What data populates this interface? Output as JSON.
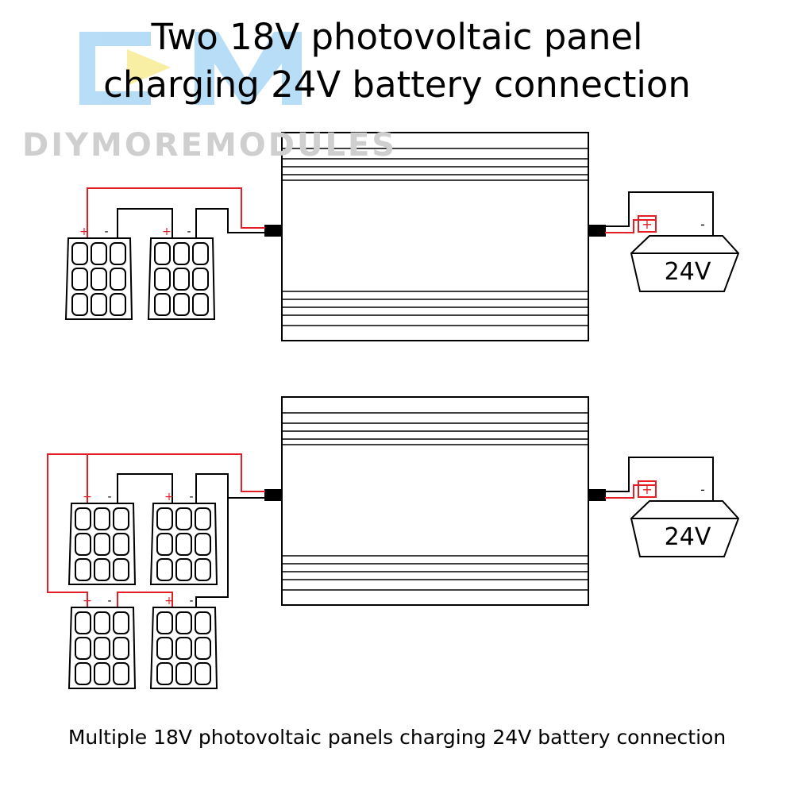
{
  "title_line_1": "Two 18V photovoltaic panel",
  "title_line_2": "charging 24V battery connection",
  "watermark": "DIYMOREMODULES",
  "caption": "Multiple 18V photovoltaic panels charging 24V battery connection",
  "panel_terminal_plus": "+",
  "panel_terminal_minus": "-",
  "battery_label": "24V",
  "battery_plus": "+",
  "battery_minus": "-",
  "colors": {
    "positive_wire": "#e31e24",
    "negative_wire": "#000000",
    "watermark_blue": "#7cc2ee",
    "watermark_grey": "#cfcfcf"
  }
}
